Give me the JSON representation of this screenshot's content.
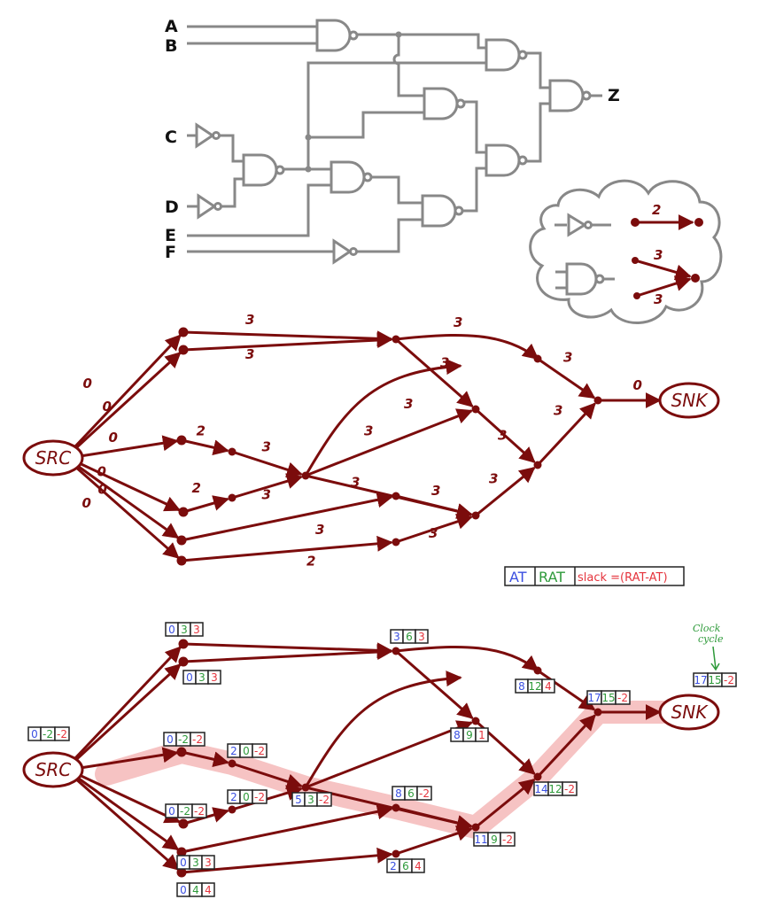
{
  "circuit": {
    "inputs": [
      "A",
      "B",
      "C",
      "D",
      "E",
      "F"
    ],
    "output": "Z",
    "gate_types": [
      "NAND",
      "NOT"
    ]
  },
  "legend_cloud": {
    "inverter_delay": "2",
    "nand_delays": [
      "3",
      "3"
    ]
  },
  "timing_graph": {
    "source_label": "SRC",
    "sink_label": "SNK",
    "edge_weights": {
      "src_n1": "0",
      "src_n2": "0",
      "src_n3": "0",
      "src_n5": "0",
      "src_n7": "0",
      "src_n8": "0",
      "n1_p": "3",
      "n2_p": "3",
      "n3_n4": "2",
      "n5_n6": "2",
      "n4_m": "3",
      "n6_m": "3",
      "m_u": "3",
      "m_q": "3",
      "m_t": "3",
      "n7_r": "3",
      "n8_s": "2",
      "p_u": "3",
      "p_q": "3",
      "r_t": "3",
      "s_t": "3",
      "q_v": "3",
      "t_v": "3",
      "u_w": "3",
      "v_w": "3",
      "w_snk": "0"
    }
  },
  "legend_table": {
    "at": "AT",
    "rat": "RAT",
    "slack": "slack =(RAT-AT)"
  },
  "annotated_graph": {
    "source_label": "SRC",
    "sink_label": "SNK",
    "clock_note": [
      "Clock",
      "cycle"
    ],
    "timings": {
      "src": [
        "0",
        "-2",
        "-2"
      ],
      "n1": [
        "0",
        "3",
        "3"
      ],
      "n2": [
        "0",
        "3",
        "3"
      ],
      "n3": [
        "0",
        "-2",
        "-2"
      ],
      "n4": [
        "2",
        "0",
        "-2"
      ],
      "n5": [
        "0",
        "-2",
        "-2"
      ],
      "n6": [
        "2",
        "0",
        "-2"
      ],
      "n7": [
        "0",
        "3",
        "3"
      ],
      "n8": [
        "0",
        "4",
        "4"
      ],
      "m": [
        "5",
        "3",
        "-2"
      ],
      "p": [
        "3",
        "6",
        "3"
      ],
      "q": [
        "8",
        "9",
        "1"
      ],
      "r": [
        "8",
        "6",
        "-2"
      ],
      "s": [
        "2",
        "6",
        "4"
      ],
      "t": [
        "11",
        "9",
        "-2"
      ],
      "u": [
        "8",
        "12",
        "4"
      ],
      "v": [
        "14",
        "12",
        "-2"
      ],
      "w": [
        "17",
        "15",
        "-2"
      ],
      "snk": [
        "17",
        "15",
        "-2"
      ]
    },
    "critical_path": [
      "src",
      "n3",
      "n4",
      "m",
      "r",
      "t",
      "v",
      "w",
      "snk"
    ]
  },
  "colors": {
    "edge": "#7b0c0c",
    "wire": "#888888",
    "at": "#3a4fe0",
    "rat": "#2e9a3a",
    "slack": "#e5343d",
    "critical_highlight": "#f6c3c3"
  }
}
